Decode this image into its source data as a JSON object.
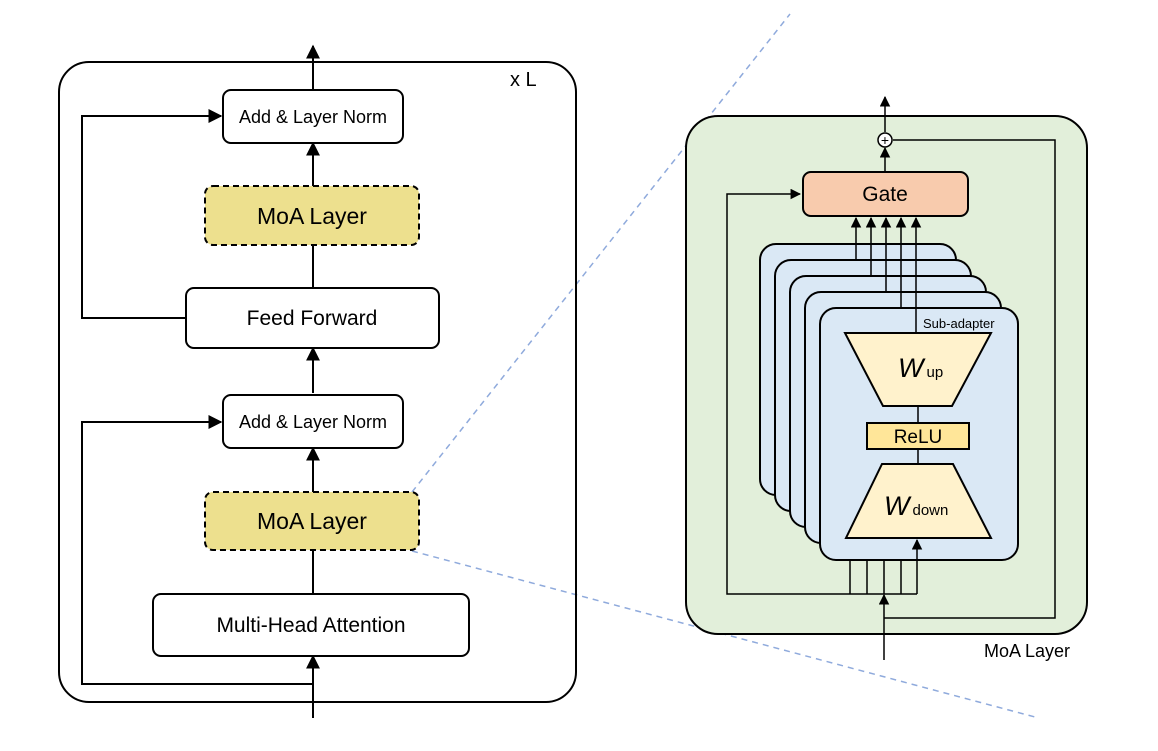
{
  "encoder_block": {
    "repeat_label": "x L",
    "add_norm_top": "Add & Layer Norm",
    "moa_layer_top": "MoA Layer",
    "feed_forward": "Feed Forward",
    "add_norm_bottom": "Add & Layer Norm",
    "moa_layer_bottom": "MoA Layer",
    "multi_head_attention": "Multi-Head Attention"
  },
  "moa_detail": {
    "container_label": "MoA Layer",
    "gate": "Gate",
    "sub_adapter_label": "Sub-adapter",
    "w_up": {
      "symbol": "W",
      "subscript": "up"
    },
    "relu": "ReLU",
    "w_down": {
      "symbol": "W",
      "subscript": "down"
    },
    "residual_sum_symbol": "+",
    "sub_adapter_count": 5
  },
  "colors": {
    "moa_fill": "#ede08e",
    "moa_panel_fill": "#e2efda",
    "gate_fill": "#f8cbad",
    "sub_adapter_fill": "#dae8f5",
    "weight_fill": "#fff2cc",
    "relu_fill": "#ffe699",
    "connector_dash": "#8faadc"
  }
}
